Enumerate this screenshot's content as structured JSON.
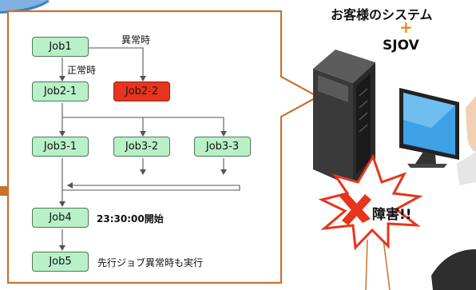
{
  "diagram": {
    "jobs": [
      {
        "id": "job1",
        "label": "Job1"
      },
      {
        "id": "job2-1",
        "label": "Job2-1"
      },
      {
        "id": "job2-2",
        "label": "Job2-2"
      },
      {
        "id": "job3-1",
        "label": "Job3-1"
      },
      {
        "id": "job3-2",
        "label": "Job3-2"
      },
      {
        "id": "job3-3",
        "label": "Job3-3"
      },
      {
        "id": "job4",
        "label": "Job4"
      },
      {
        "id": "job5",
        "label": "Job5"
      }
    ],
    "labels": {
      "abnormal": "異常時",
      "normal": "正常時",
      "job4_note": "23:30:00開始",
      "job5_note": "先行ジョブ異常時も実行"
    }
  },
  "system": {
    "customer": "お客様のシステム",
    "plus": "+",
    "product": "SJOV",
    "failure": "障害!!"
  },
  "colors": {
    "job_fill": "#b9f0c8",
    "job_error_fill": "#e8341c",
    "panel_border": "#c8722e",
    "callout_red": "#e8341c"
  }
}
